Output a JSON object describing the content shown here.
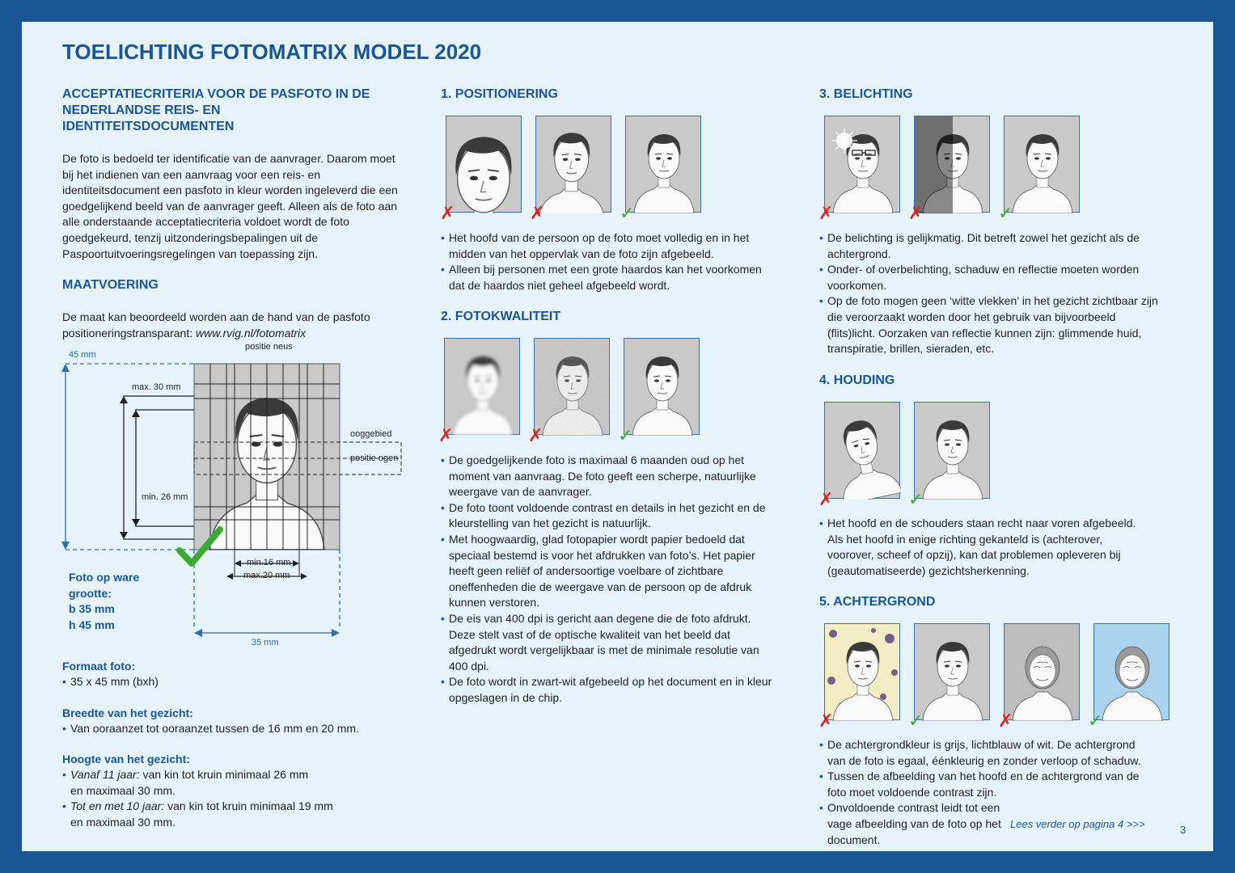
{
  "title": "TOELICHTING FOTOMATRIX MODEL 2020",
  "col1": {
    "heading": "ACCEPTATIECRITERIA VOOR DE PASFOTO IN DE NEDERLANDSE REIS- EN IDENTITEITSDOCUMENTEN",
    "intro": "De foto is bedoeld ter identificatie van de aanvrager. Daarom moet bij het indienen van een aanvraag voor een reis- en identiteitsdocument een pasfoto in kleur worden ingeleverd die een goedgelijkend beeld van de aanvrager geeft. Alleen als de foto aan alle onderstaande acceptatiecriteria voldoet wordt de foto goedgekeurd, tenzij uitzonderingsbepalingen uit de Paspoortuitvoeringsregelingen van toepassing zijn.",
    "maat_heading": "MAATVOERING",
    "maat_text": "De maat kan beoordeeld worden aan de hand van de pasfoto positioneringstransparant:",
    "maat_url": "www.rvig.nl/fotomatrix",
    "diagram": {
      "h45": "45 mm",
      "neus": "positie neus",
      "max30": "max. 30 mm",
      "oog": "ooggebied",
      "ogen": "positie ogen",
      "min26": "min. 26 mm",
      "min16": "min.16 mm",
      "max20": "max.20 mm",
      "w35": "35 mm",
      "ware1": "Foto op ware",
      "ware2": "grootte:",
      "ware3": "b 35 mm",
      "ware4": "h 45 mm"
    },
    "formaat_h": "Formaat foto:",
    "formaat": "35 x 45 mm (bxh)",
    "breedte_h": "Breedte van het gezicht:",
    "breedte": "Van ooraanzet tot ooraanzet tussen de 16 mm en 20 mm.",
    "hoogte_h": "Hoogte van het gezicht:",
    "hoogte1_i": "Vanaf 11 jaar:",
    "hoogte1": " van kin tot kruin minimaal 26 mm en maximaal 30 mm.",
    "hoogte2_i": "Tot en met 10 jaar:",
    "hoogte2": " van kin tot kruin minimaal 19 mm en maximaal 30 mm."
  },
  "col2": {
    "pos_h": "1. POSITIONERING",
    "pos": [
      "Het hoofd van de persoon op de foto moet volledig en in het midden van het oppervlak van de foto zijn afgebeeld.",
      "Alleen bij personen met een grote haardos kan het voorkomen dat de haardos niet geheel afgebeeld wordt."
    ],
    "kwal_h": "2. FOTOKWALITEIT",
    "kwal": [
      "De goedgelijkende foto is maximaal 6 maanden oud op het moment van aanvraag. De foto geeft een scherpe, natuurlijke weergave van de aanvrager.",
      "De foto toont voldoende contrast en details in het gezicht en de kleurstelling van het gezicht is natuurlijk.",
      "Met hoogwaardig, glad fotopapier wordt papier bedoeld dat speciaal bestemd is voor het afdrukken van foto’s. Het papier heeft geen reliëf of andersoortige voelbare of zichtbare oneffenheden die de weergave van de persoon op de afdruk kunnen verstoren.",
      "De eis van 400 dpi is gericht aan degene die de foto afdrukt. Deze stelt vast of de optische kwaliteit van het beeld dat afgedrukt wordt vergelijkbaar is met de minimale resolutie van 400 dpi.",
      "De foto wordt in zwart-wit afgebeeld op het document en in kleur opgeslagen in de chip."
    ]
  },
  "col3": {
    "bel_h": "3. BELICHTING",
    "bel": [
      "De belichting is gelijkmatig. Dit betreft zowel het gezicht als de achtergrond.",
      "Onder- of overbelichting, schaduw en reflectie moeten worden voorkomen.",
      "Op de foto mogen geen ‘witte vlekken’ in het gezicht zichtbaar zijn die veroorzaakt worden door het gebruik van bijvoorbeeld (flits)licht. Oorzaken van reflectie kunnen zijn: glimmende huid, transpiratie, brillen, sieraden, etc."
    ],
    "houd_h": "4. HOUDING",
    "houd": [
      "Het hoofd en de schouders staan recht naar voren afgebeeld. Als het hoofd in enige richting gekanteld is (achterover, voorover, scheef of opzij), kan dat problemen opleveren bij (geautomatiseerde) gezichtsherkenning."
    ],
    "acht_h": "5. ACHTERGROND",
    "acht": [
      "De achtergrondkleur is grijs, lichtblauw of wit. De achtergrond van de foto is egaal, éénkleurig en zonder verloop of schaduw.",
      "Tussen de afbeelding van het hoofd en de achtergrond van de foto moet voldoende contrast zijn.",
      "Onvoldoende contrast leidt tot een vage afbeelding van de foto op het document."
    ],
    "more": "Lees verder op pagina 4 >>>",
    "page": "3"
  },
  "marks": {
    "x": "✗",
    "ok": "✓"
  },
  "colors": {
    "brand": "#1a5596",
    "bg": "#e6f3fb",
    "reject": "#d6262a",
    "accept": "#3aaa35"
  }
}
